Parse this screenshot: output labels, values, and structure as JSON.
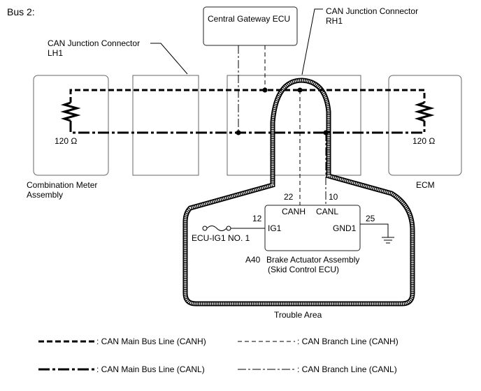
{
  "title": "Bus 2:",
  "labels": {
    "central_gateway": "Central Gateway ECU",
    "jc_rh1_line1": "CAN Junction Connector",
    "jc_rh1_line2": "RH1",
    "jc_lh1_line1": "CAN Junction Connector",
    "jc_lh1_line2": "LH1",
    "res_left": "120 Ω",
    "res_right": "120 Ω",
    "combo_line1": "Combination Meter",
    "combo_line2": "Assembly",
    "ecm": "ECM",
    "pin22": "22",
    "pin10": "10",
    "canh": "CANH",
    "canl": "CANL",
    "pin12": "12",
    "ig1": "IG1",
    "gnd1": "GND1",
    "pin25": "25",
    "fuse": "ECU-IG1 NO. 1",
    "a40": "A40",
    "brake_line1": "Brake Actuator Assembly",
    "brake_line2": "(Skid Control ECU)",
    "trouble": "Trouble Area"
  },
  "legend": [
    {
      "style": "main-canh",
      "label": ": CAN Main Bus Line (CANH)"
    },
    {
      "style": "branch-canh",
      "label": ": CAN Branch Line (CANH)"
    },
    {
      "style": "main-canl",
      "label": ": CAN Main Bus Line (CANL)"
    },
    {
      "style": "branch-canl",
      "label": ": CAN Branch Line (CANL)"
    }
  ],
  "colors": {
    "line": "#000000",
    "box_border": "#666666"
  }
}
